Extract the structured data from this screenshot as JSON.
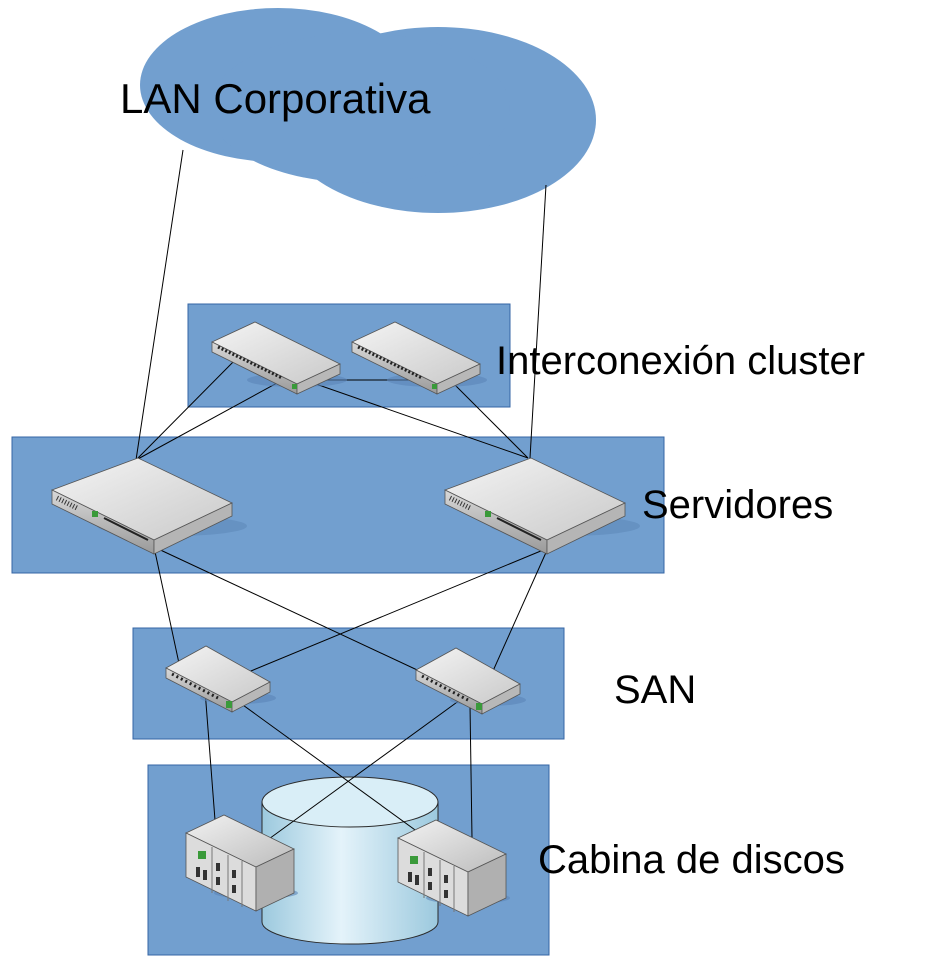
{
  "diagram": {
    "labels": {
      "lan": "LAN Corporativa",
      "cluster": "Interconexión cluster",
      "servers": "Servidores",
      "san": "SAN",
      "storage": "Cabina de discos"
    },
    "colors": {
      "zone_fill": "#729fcf",
      "zone_stroke": "#3465a4",
      "cloud_fill": "#729fcf",
      "disk_fill": "#c6e3f0",
      "link": "#000000"
    }
  }
}
